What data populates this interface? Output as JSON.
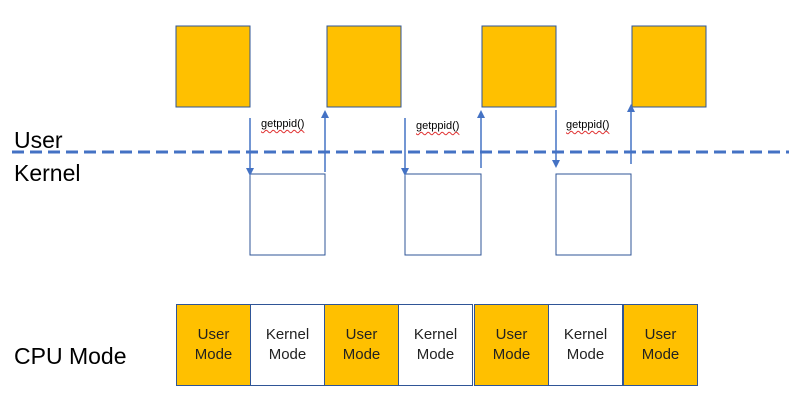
{
  "labels": {
    "user": "User",
    "kernel": "Kernel",
    "cpu_mode": "CPU Mode"
  },
  "syscall": {
    "name": "getppid()"
  },
  "mode_strip": [
    {
      "label": "User\nMode",
      "type": "user"
    },
    {
      "label": "Kernel\nMode",
      "type": "kernel"
    },
    {
      "label": "User\nMode",
      "type": "user"
    },
    {
      "label": "Kernel\nMode",
      "type": "kernel"
    },
    {
      "label": "User\nMode",
      "type": "user"
    },
    {
      "label": "Kernel\nMode",
      "type": "kernel"
    },
    {
      "label": "User\nMode",
      "type": "user"
    }
  ],
  "colors": {
    "user_fill": "#ffc000",
    "kernel_fill": "#ffffff",
    "outline": "#2f5597",
    "arrow": "#4472c4",
    "boundary": "#4472c4"
  }
}
